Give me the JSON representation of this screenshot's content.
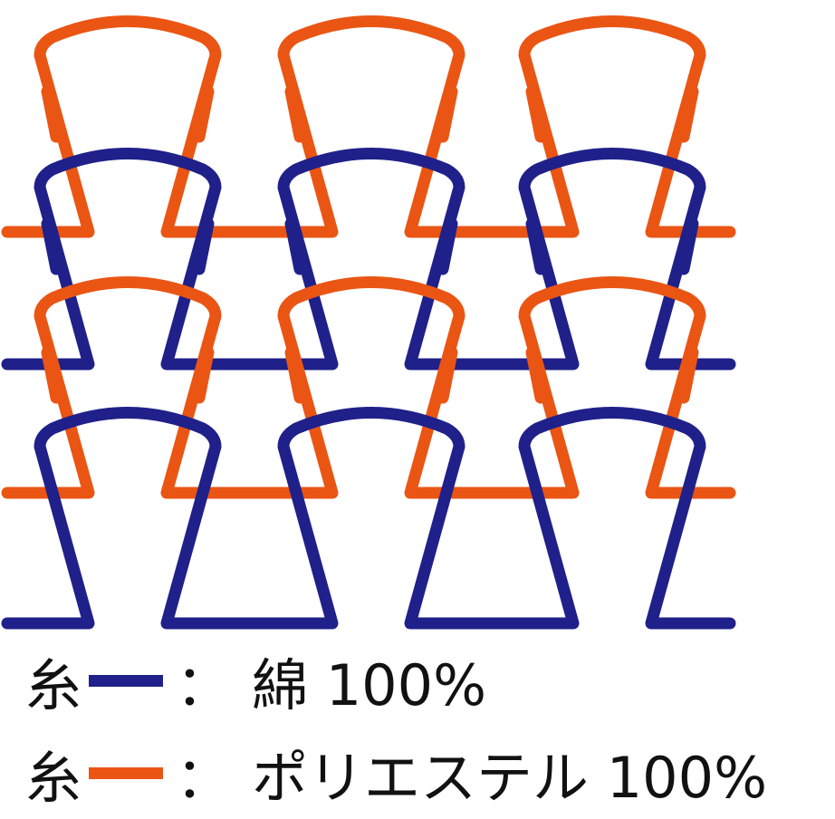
{
  "colors": {
    "cotton": "#20208a",
    "polyester": "#ea5514"
  },
  "yarns": {
    "cotton_color": "cotton",
    "polyester_color": "polyester"
  },
  "legend": [
    {
      "label": "糸",
      "color_key": "cotton",
      "separator": "：",
      "material": "綿 100%"
    },
    {
      "label": "糸",
      "color_key": "polyester",
      "separator": "：",
      "material": "ポリエステル 100%"
    }
  ]
}
